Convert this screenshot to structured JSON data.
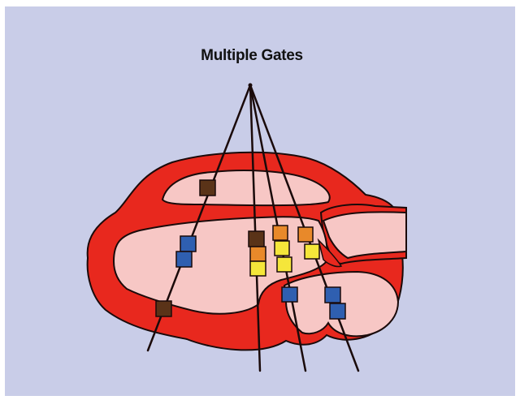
{
  "title": "Multiple Gates",
  "colors": {
    "background": "#c9cde8",
    "vessel_wall": "#e8281e",
    "lumen": "#f7c7c5",
    "outline": "#1a0a0a",
    "gate_dark_brown": "#5a3318",
    "gate_blue": "#2f5fb0",
    "gate_orange": "#e8892a",
    "gate_yellow": "#f5e63a"
  },
  "icons": {
    "diagram": "heart-section-with-doppler-gate-lines",
    "gate": "square-sample-volume-marker"
  }
}
